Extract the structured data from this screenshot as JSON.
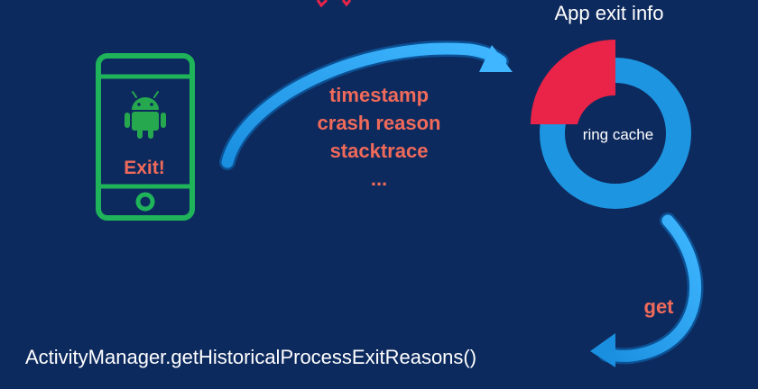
{
  "header": {
    "title": "App exit info"
  },
  "phone": {
    "status_text": "Exit!"
  },
  "transfer": {
    "items": [
      "timestamp",
      "crash reason",
      "stacktrace",
      "..."
    ]
  },
  "ring": {
    "label": "ring cache"
  },
  "retrieve": {
    "label": "get"
  },
  "api": {
    "call": "ActivityManager.getHistoricalProcessExitReasons()"
  },
  "colors": {
    "background": "#0d2a5e",
    "phone_green": "#1fb35a",
    "android_green": "#26a84f",
    "highlight_red": "#f06a5a",
    "ring_blue": "#1d95e0",
    "ring_red": "#ea2448",
    "arrow_blue": "#1a8fe0"
  }
}
